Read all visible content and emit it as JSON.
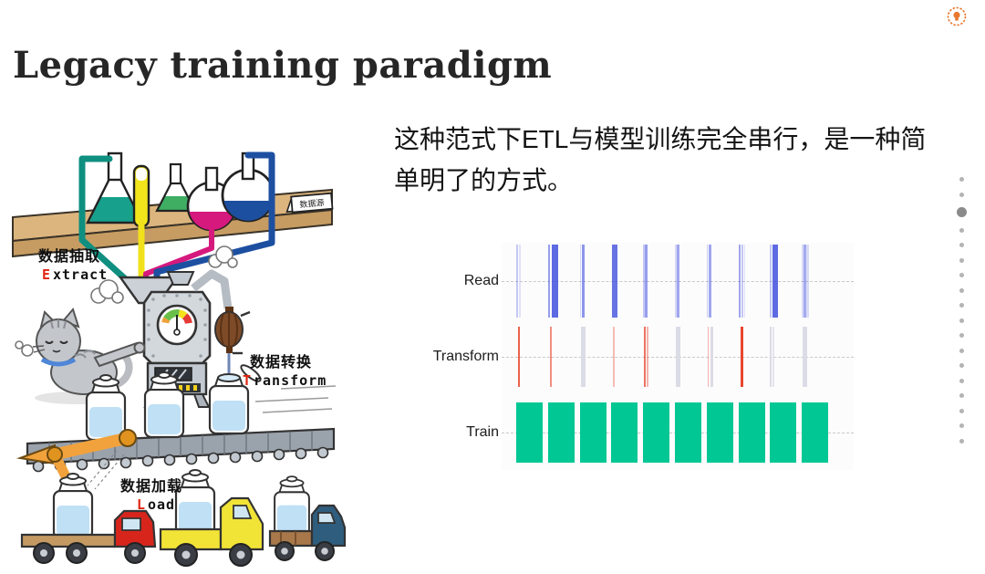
{
  "page": {
    "title": "Legacy training paradigm"
  },
  "logo": {
    "name": "bulb-logo",
    "color": "#e8782f"
  },
  "body_text": {
    "paragraph": "这种范式下ETL与模型训练完全串行，是一种简单明了的方式。"
  },
  "illustration": {
    "source_sign": "数据源",
    "steps": [
      {
        "zh": "数据抽取",
        "en_first": "E",
        "en_rest": "xtract"
      },
      {
        "zh": "数据转换",
        "en_first": "T",
        "en_rest": "ransform"
      },
      {
        "zh": "数据加载",
        "en_first": "L",
        "en_rest": "oad"
      }
    ]
  },
  "chart_data": {
    "type": "timeline",
    "title": "",
    "rows": [
      {
        "label": "Read"
      },
      {
        "label": "Transform"
      },
      {
        "label": "Train"
      }
    ],
    "cycles": 10,
    "legend": "none",
    "grid": "dashed-horizontal-centerlines",
    "colors": {
      "read": "#4250dd",
      "transform": "#e8462e",
      "transform_idle": "#dcdce6",
      "train": "#00c794",
      "grid": "#c9c9c9"
    },
    "layout": {
      "plot_left_pad": 16,
      "cycle_width": 34.8
    },
    "bars": {
      "read": [
        [
          0,
          0,
          2,
          0.3
        ],
        [
          0,
          3,
          2,
          0.15
        ],
        [
          1,
          0,
          2,
          0.55
        ],
        [
          1,
          4,
          7,
          0.85
        ],
        [
          2,
          0,
          1.5,
          0.2
        ],
        [
          2,
          2,
          3,
          0.6
        ],
        [
          3,
          1,
          6,
          0.8
        ],
        [
          4,
          0,
          1.5,
          0.3
        ],
        [
          4,
          2,
          3,
          0.55
        ],
        [
          5,
          0,
          1.5,
          0.2
        ],
        [
          5,
          2,
          3,
          0.5
        ],
        [
          6,
          0,
          1.5,
          0.25
        ],
        [
          6,
          2,
          3,
          0.5
        ],
        [
          7,
          0,
          2,
          0.5
        ],
        [
          7,
          3,
          2,
          0.3
        ],
        [
          7,
          6,
          1.5,
          0.15
        ],
        [
          8,
          0,
          2,
          0.3
        ],
        [
          8,
          3,
          6,
          0.85
        ],
        [
          9,
          0,
          8,
          0.18
        ],
        [
          9,
          2,
          3,
          0.35
        ]
      ],
      "transform": [
        [
          0,
          2,
          2,
          0.85,
          "red"
        ],
        [
          1,
          2,
          2,
          0.6,
          "red"
        ],
        [
          2,
          1,
          5,
          1,
          "gray"
        ],
        [
          3,
          2,
          1.5,
          0.35,
          "red"
        ],
        [
          4,
          1,
          2,
          0.75,
          "red"
        ],
        [
          4,
          4,
          1.5,
          0.4,
          "red"
        ],
        [
          5,
          1,
          5,
          1,
          "gray"
        ],
        [
          6,
          1,
          1.5,
          0.4,
          "red"
        ],
        [
          6,
          4,
          3,
          1,
          "gray"
        ],
        [
          7,
          2,
          3,
          1,
          "red"
        ],
        [
          8,
          0,
          2,
          1,
          "gray"
        ],
        [
          8,
          3,
          2,
          0.7,
          "gray"
        ],
        [
          9,
          1,
          5,
          1,
          "gray"
        ]
      ],
      "train": [
        [
          0,
          0,
          29,
          1
        ],
        [
          1,
          0,
          29,
          1
        ],
        [
          2,
          0,
          29,
          1
        ],
        [
          3,
          0,
          29,
          1
        ],
        [
          4,
          0,
          29,
          1
        ],
        [
          5,
          0,
          29,
          1
        ],
        [
          6,
          0,
          29,
          1
        ],
        [
          7,
          0,
          29,
          1
        ],
        [
          8,
          0,
          29,
          1
        ],
        [
          9,
          0,
          29,
          1
        ]
      ]
    }
  },
  "pagination": {
    "count": 18,
    "active_index": 2
  }
}
